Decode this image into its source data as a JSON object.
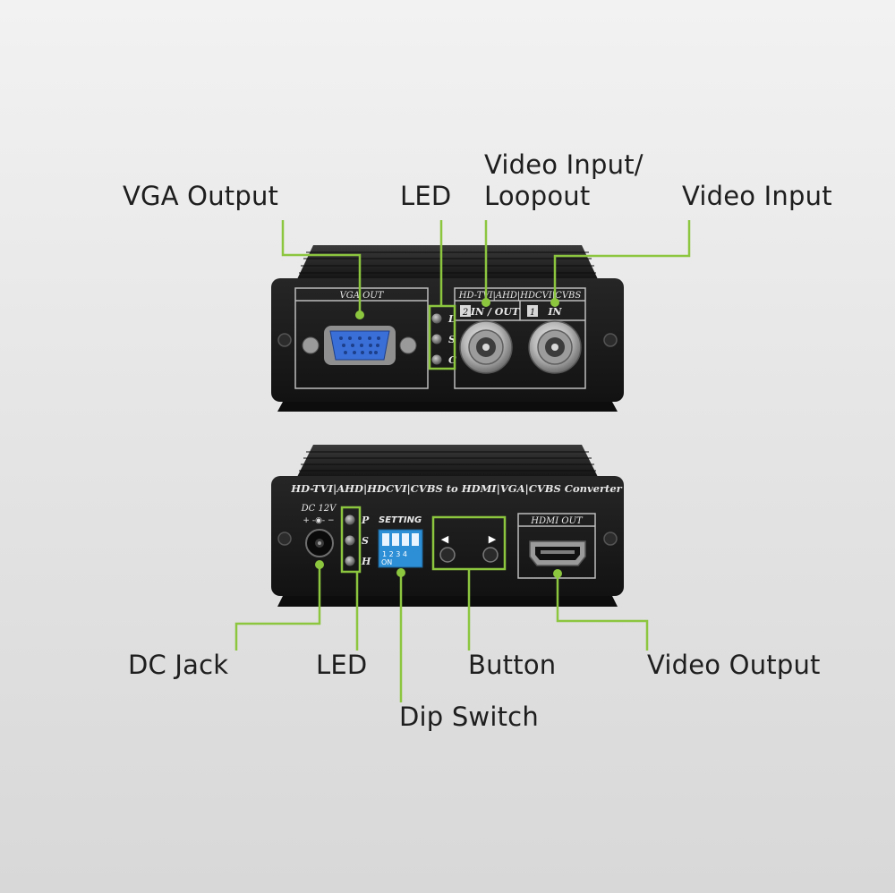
{
  "callouts": {
    "vga_output": "VGA Output",
    "led_top": "LED",
    "video_input_loopout_line1": "Video Input/",
    "video_input_loopout_line2": "Loopout",
    "video_input": "Video Input",
    "dc_jack": "DC Jack",
    "led_bottom": "LED",
    "button": "Button",
    "video_output": "Video Output",
    "dip_switch": "Dip Switch"
  },
  "front_panel": {
    "vga_label": "VGA OUT",
    "video_header": "HD-TVI|AHD|HDCVI|CVBS",
    "port2_num": "2",
    "port2_label": "IN / OUT",
    "port1_num": "1",
    "port1_label": "IN",
    "led_l": "L",
    "led_s": "S",
    "led_c": "C"
  },
  "rear_panel": {
    "title": "HD-TVI|AHD|HDCVI|CVBS to HDMI|VGA|CVBS Converter",
    "dc_label": "DC 12V",
    "dc_polarity": "+ -◉- −",
    "led_p": "P",
    "led_s": "S",
    "led_h": "H",
    "setting_label": "SETTING",
    "dip_numbers": "1  2  3  4",
    "dip_on": "ON",
    "btn_left": "◀",
    "btn_right": "▶",
    "hdmi_label": "HDMI OUT"
  },
  "colors": {
    "accent": "#8cc63f",
    "device_body": "#1b1b1b",
    "vga_connector": "#3a6fd8",
    "dip_switch": "#2d8fd6"
  }
}
